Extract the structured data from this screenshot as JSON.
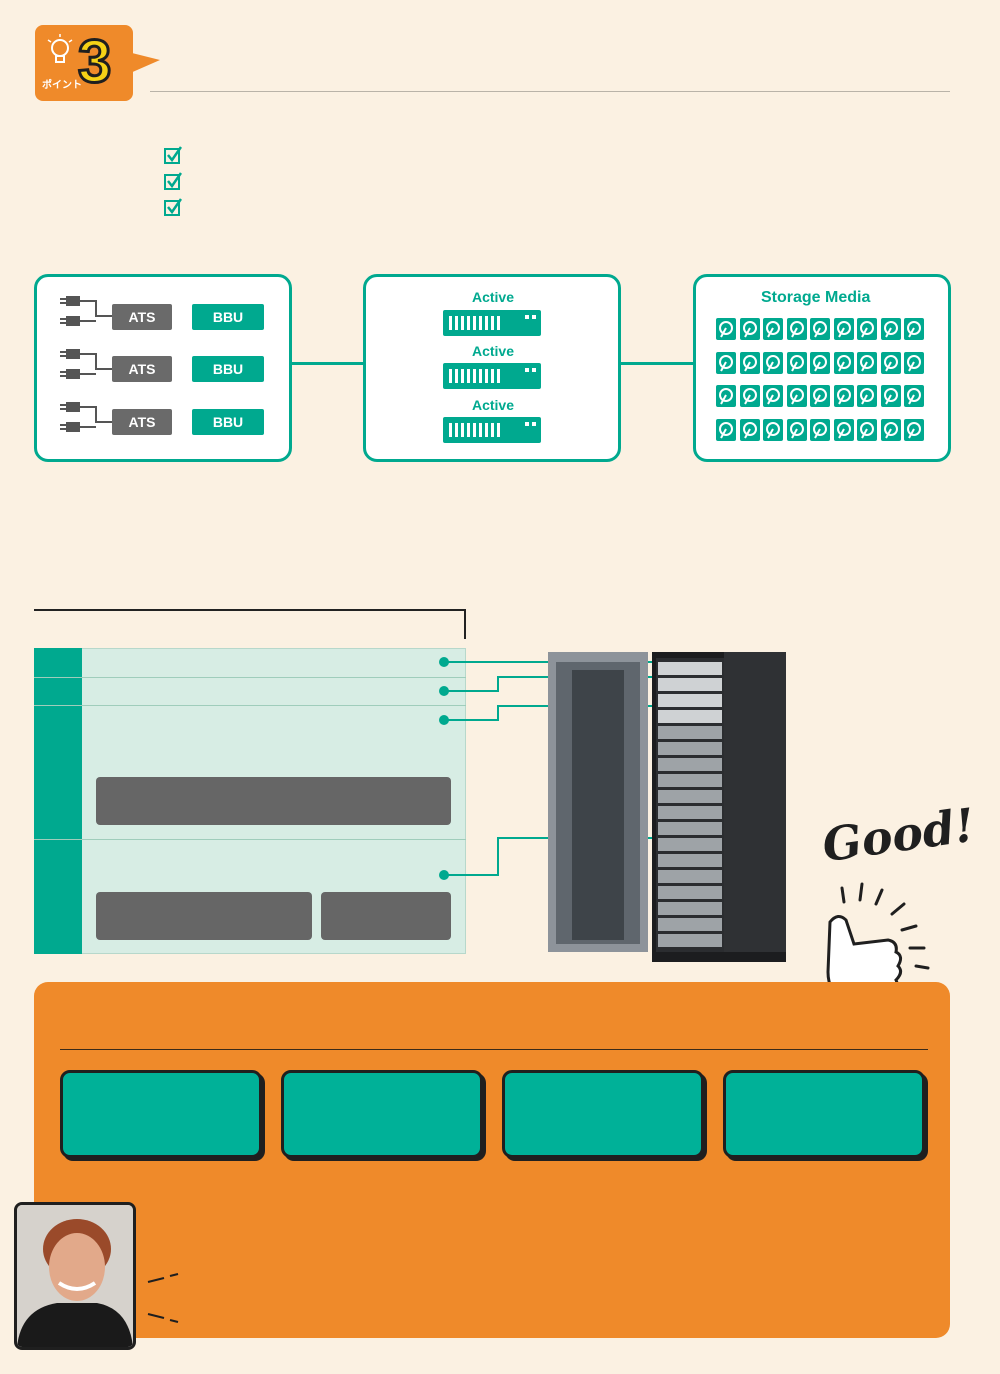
{
  "point": {
    "label": "ポイント",
    "number": "3"
  },
  "diagram": {
    "power_rows": [
      {
        "ats": "ATS",
        "bbu": "BBU"
      },
      {
        "ats": "ATS",
        "bbu": "BBU"
      },
      {
        "ats": "ATS",
        "bbu": "BBU"
      }
    ],
    "controllers": [
      "Active",
      "Active",
      "Active"
    ],
    "storage": {
      "title": "Storage Media",
      "rows": 4,
      "cols": 9
    }
  },
  "colors": {
    "teal": "#00a98f",
    "orange": "#ef8a2a",
    "grey": "#6a6a6a"
  },
  "good": {
    "text": "Good!"
  }
}
